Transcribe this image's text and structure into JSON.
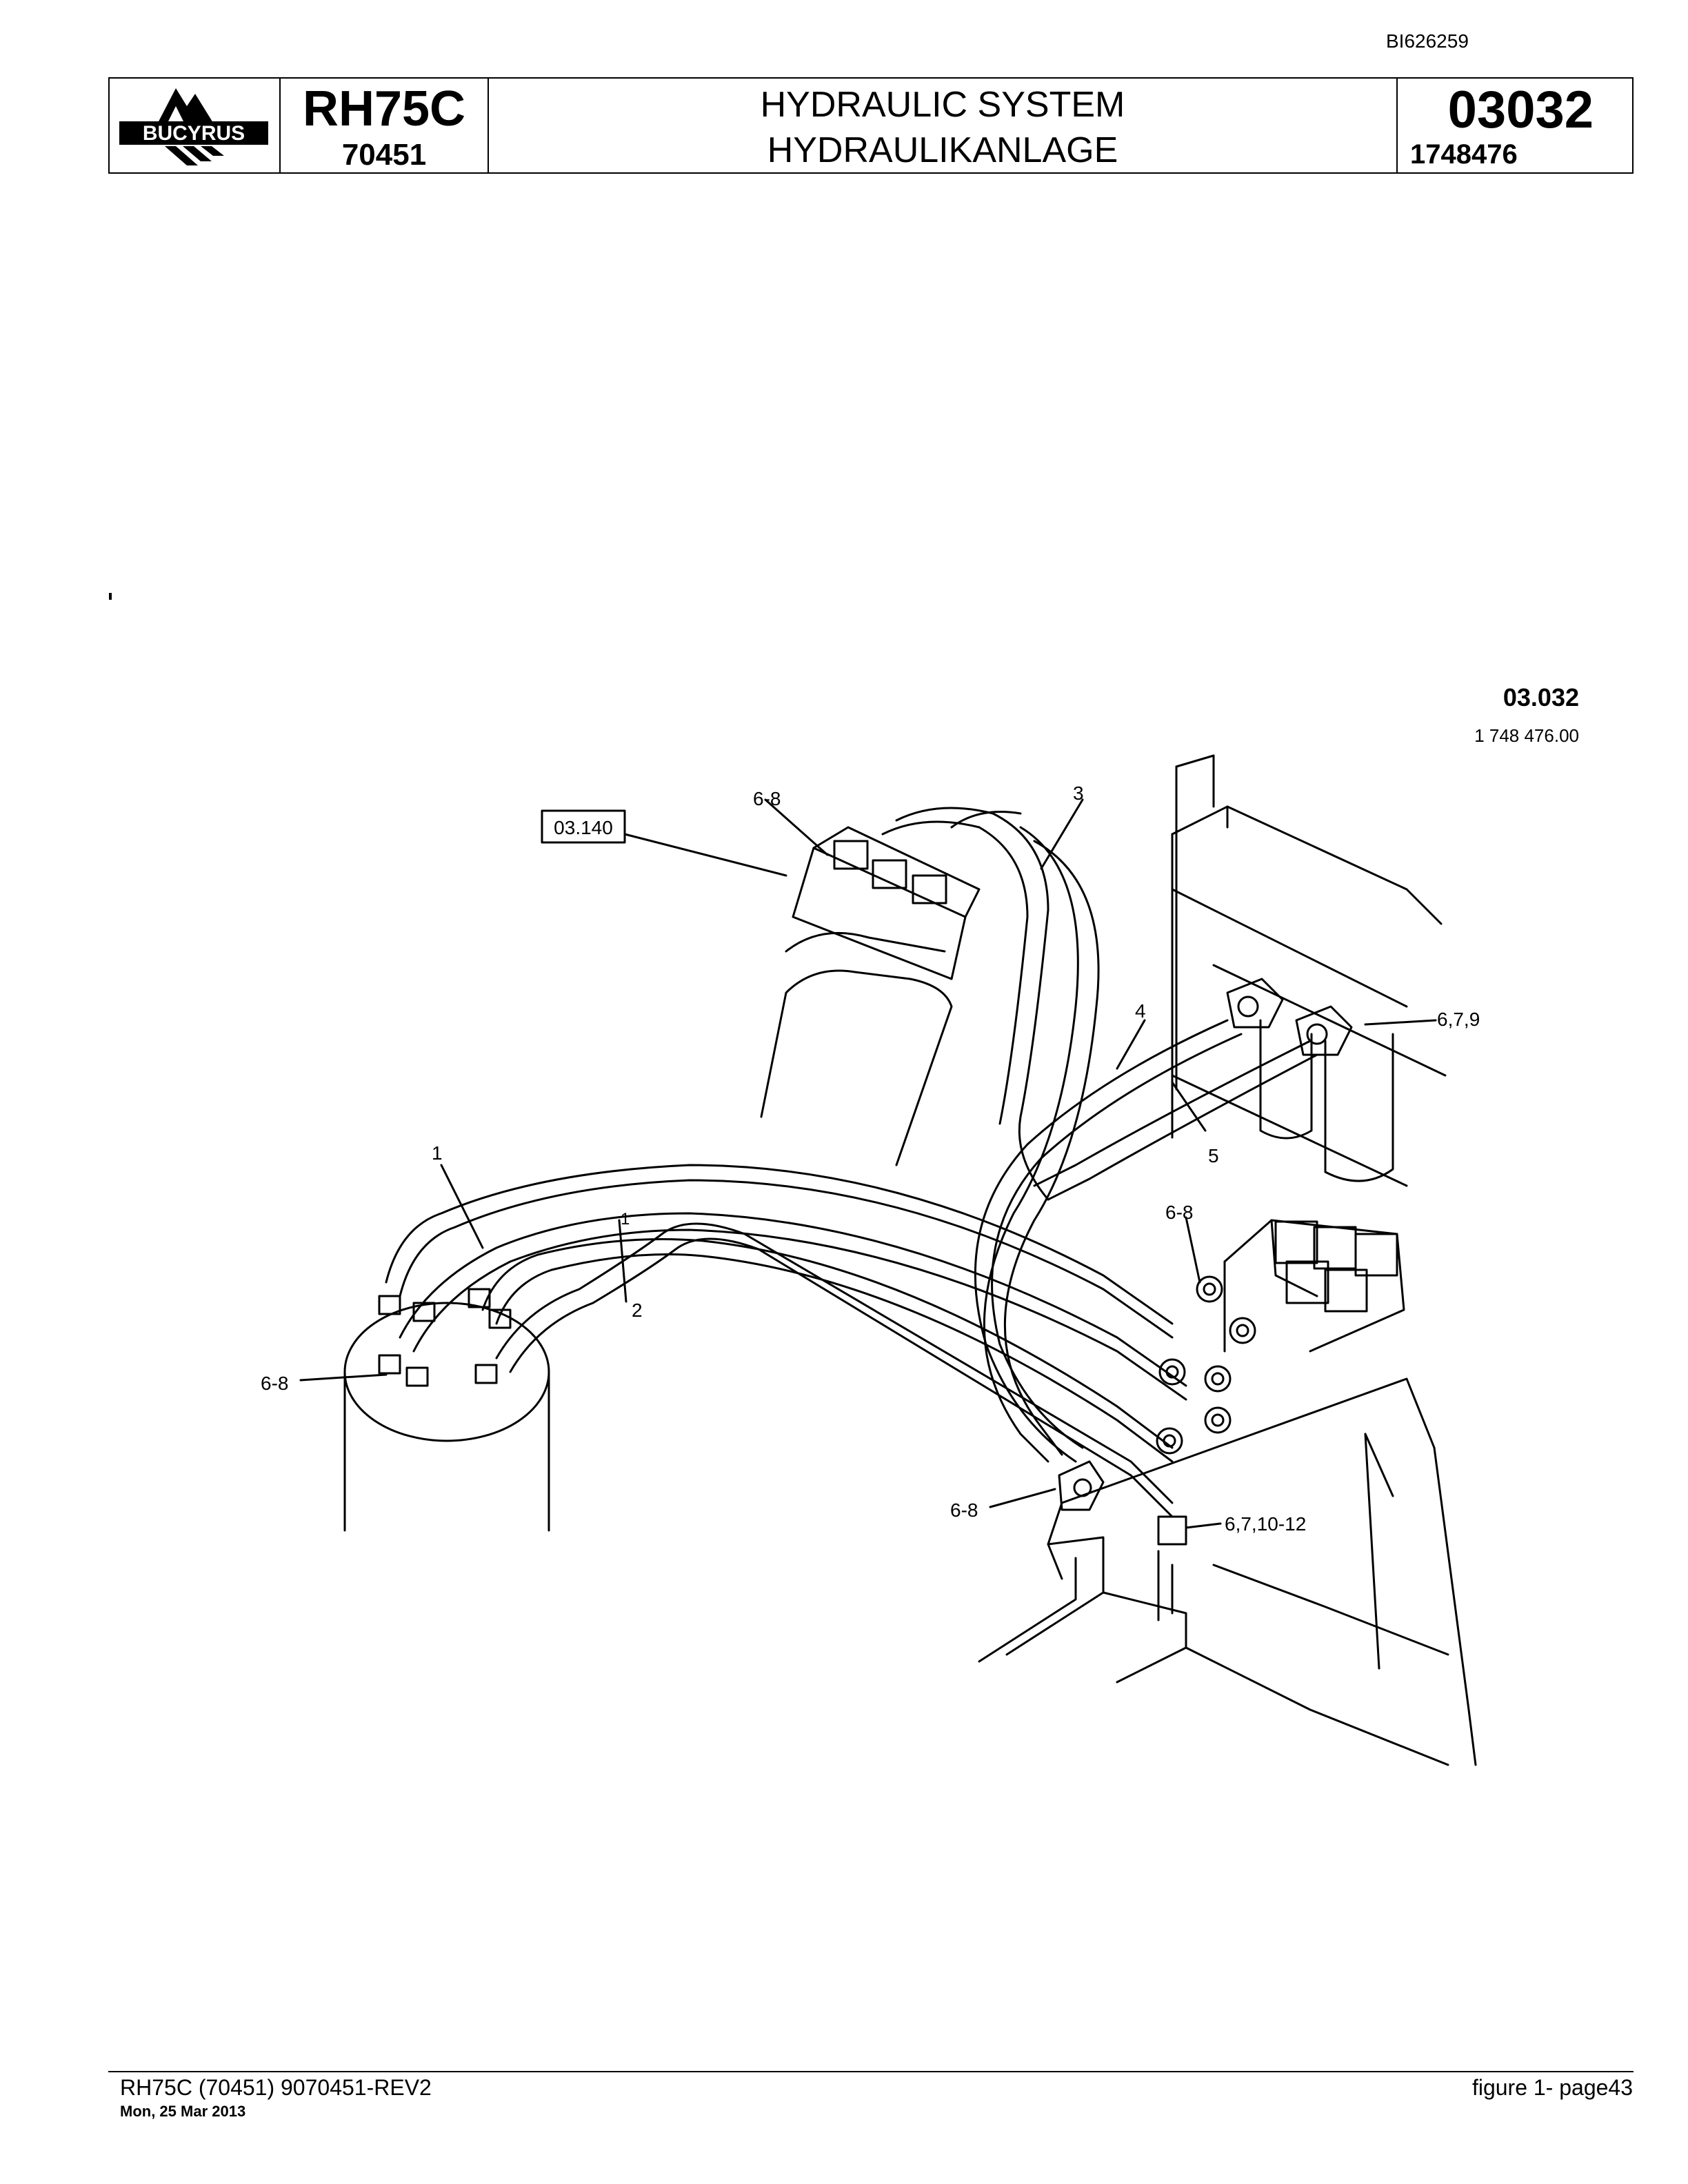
{
  "doc_id": "BI626259",
  "header": {
    "logo_text": "BUCYRUS",
    "model": "RH75C",
    "serial": "70451",
    "title_en": "HYDRAULIC SYSTEM",
    "title_de": "HYDRAULIKANLAGE",
    "section": "03032",
    "part_number": "1748476"
  },
  "diagram": {
    "figure_code": "03.032",
    "figure_number": "1 748 476.00",
    "reference_box": "03.140",
    "labels": {
      "l1": "1",
      "l1b": "1",
      "l2": "2",
      "l3": "3",
      "l4": "4",
      "l5": "5",
      "l68_top": "6-8",
      "l68_left": "6-8",
      "l68_right": "6-8",
      "l68_bottom": "6-8",
      "l679": "6,7,9",
      "l67_1012": "6,7,10-12"
    }
  },
  "footer": {
    "left": "RH75C (70451) 9070451-REV2",
    "date": "Mon, 25 Mar 2013",
    "right": "figure  1- page43"
  }
}
